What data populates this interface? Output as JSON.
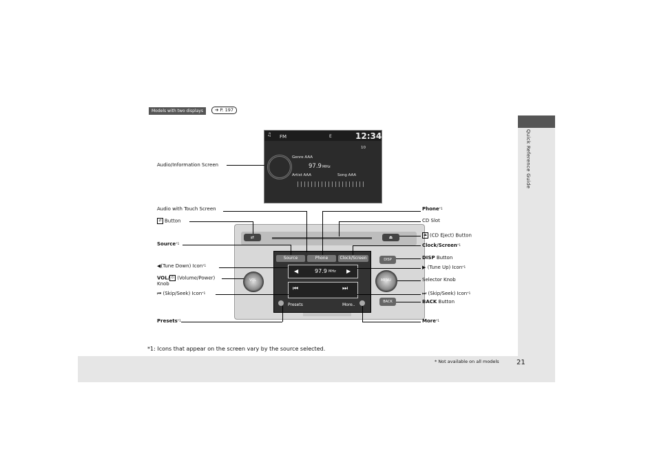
{
  "header": {
    "tag": "Models with two displays",
    "ref_page": "P. 197"
  },
  "sidebar": {
    "section": "Quick Reference Guide"
  },
  "screen": {
    "source": "FM",
    "clock": "12:34",
    "status": "E",
    "volume": "10",
    "genre": "Genre AAA",
    "frequency": "97.9",
    "unit": "MHz",
    "artist": "Artist AAA",
    "song": "Song AAA"
  },
  "touchscreen": {
    "source": "Source",
    "phone": "Phone",
    "clock": "Clock/Screen",
    "frequency": "97.9",
    "unit": "MHz",
    "presets": "Presets",
    "more": "More..",
    "disp": "DISP",
    "back": "BACK",
    "menu": "MENU",
    "vol": "VOL"
  },
  "labels": {
    "audio_info_screen": "Audio/Information Screen",
    "audio_touch_screen": "Audio with Touch Screen",
    "button": "Button",
    "source": "Source",
    "tune_down": "(Tune Down) Icon",
    "vol_bold": "VOL/",
    "vol_rest": "(Volume/Power)",
    "knob": "Knob",
    "skip_left": "(Skip/Seek) Icon",
    "presets": "Presets",
    "phone": "Phone",
    "cd_slot": "CD Slot",
    "cd_eject": "(CD Eject) Button",
    "clock_screen": "Clock/Screen",
    "disp_bold": "DISP",
    "disp_rest": " Button",
    "tune_up": "(Tune Up) Icon",
    "selector": "Selector Knob",
    "skip_right": "(Skip/Seek) Icon",
    "back_bold": "BACK",
    "back_rest": " Button",
    "more": "More",
    "footnote_mark": "*1"
  },
  "note": "*1: Icons that appear on the screen vary by the source selected.",
  "footer": {
    "availability": "* Not available on all models",
    "page_number": "21"
  }
}
